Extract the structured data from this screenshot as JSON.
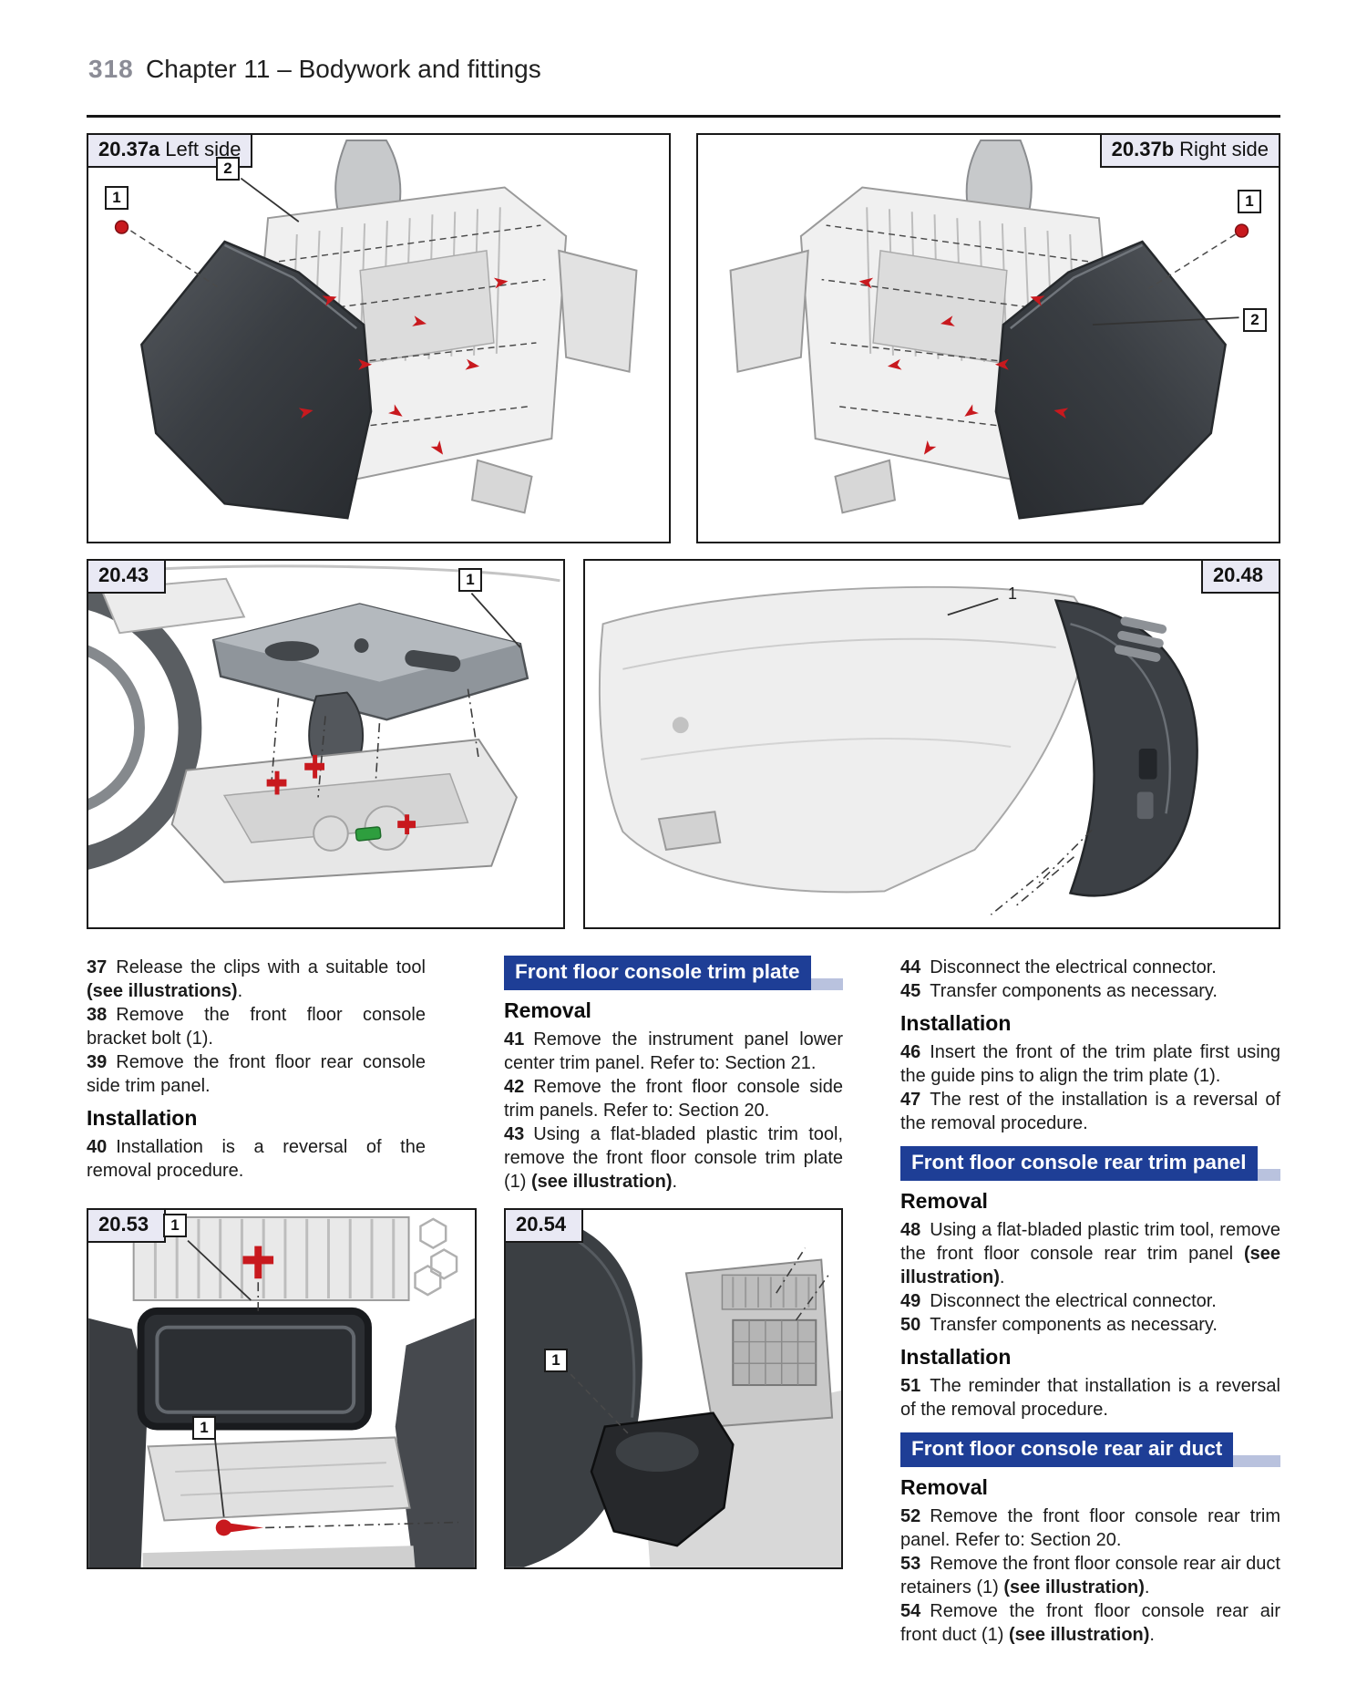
{
  "header": {
    "page_number": "318",
    "chapter_title": "Chapter 11 – Bodywork and fittings"
  },
  "colors": {
    "accent_blue": "#1e3e96",
    "accent_blue_light": "#b9c2de",
    "figure_label_bg": "#e9e9f4",
    "highlight_red": "#c8191e",
    "highlight_green": "#2e9e3e"
  },
  "figures": {
    "f37a": {
      "num": "20.37a",
      "caption": "Left side",
      "callouts": [
        "1",
        "2"
      ]
    },
    "f37b": {
      "num": "20.37b",
      "caption": "Right side",
      "callouts": [
        "1",
        "2"
      ]
    },
    "f43": {
      "num": "20.43",
      "callouts": [
        "1"
      ]
    },
    "f48": {
      "num": "20.48",
      "callouts": [
        "1"
      ]
    },
    "f53": {
      "num": "20.53",
      "callouts": [
        "1",
        "1"
      ]
    },
    "f54": {
      "num": "20.54",
      "callouts": [
        "1"
      ]
    }
  },
  "columns": [
    {
      "blocks": [
        {
          "type": "step",
          "num": "37",
          "segs": [
            [
              "Release the clips with a suitable tool ",
              0
            ],
            [
              "(see illustrations)",
              1
            ],
            [
              ".",
              0
            ]
          ]
        },
        {
          "type": "step",
          "num": "38",
          "segs": [
            [
              "Remove the front floor console bracket bolt (1).",
              0
            ]
          ]
        },
        {
          "type": "step",
          "num": "39",
          "segs": [
            [
              "Remove the front floor rear console side trim panel.",
              0
            ]
          ]
        },
        {
          "type": "subhead",
          "text": "Installation"
        },
        {
          "type": "step",
          "num": "40",
          "segs": [
            [
              "Installation is a reversal of the removal procedure.",
              0
            ]
          ]
        }
      ]
    },
    {
      "blocks": [
        {
          "type": "sechead",
          "text": "Front floor console trim plate"
        },
        {
          "type": "subhead",
          "text": "Removal"
        },
        {
          "type": "step",
          "num": "41",
          "segs": [
            [
              "Remove the instrument panel lower center trim panel. Refer to: Section 21.",
              0
            ]
          ]
        },
        {
          "type": "step",
          "num": "42",
          "segs": [
            [
              "Remove the front floor console side trim panels. Refer to: Section 20.",
              0
            ]
          ]
        },
        {
          "type": "step",
          "num": "43",
          "segs": [
            [
              "Using a flat-bladed plastic trim tool, remove the front floor console trim plate (1) ",
              0
            ],
            [
              "(see illustration)",
              1
            ],
            [
              ".",
              0
            ]
          ]
        }
      ]
    },
    {
      "blocks": [
        {
          "type": "step",
          "num": "44",
          "segs": [
            [
              "Disconnect the electrical connector.",
              0
            ]
          ]
        },
        {
          "type": "step",
          "num": "45",
          "segs": [
            [
              "Transfer components as necessary.",
              0
            ]
          ]
        },
        {
          "type": "subhead",
          "text": "Installation"
        },
        {
          "type": "step",
          "num": "46",
          "segs": [
            [
              "Insert the front of the trim plate first using the guide pins to align the trim plate (1).",
              0
            ]
          ]
        },
        {
          "type": "step",
          "num": "47",
          "segs": [
            [
              "The rest of the installation is a reversal of the removal procedure.",
              0
            ]
          ]
        },
        {
          "type": "sechead",
          "text": "Front floor console rear trim panel"
        },
        {
          "type": "subhead",
          "text": "Removal"
        },
        {
          "type": "step",
          "num": "48",
          "segs": [
            [
              "Using a flat-bladed plastic trim tool, remove the front floor console rear trim panel ",
              0
            ],
            [
              "(see illustration)",
              1
            ],
            [
              ".",
              0
            ]
          ]
        },
        {
          "type": "step",
          "num": "49",
          "segs": [
            [
              "Disconnect the electrical connector.",
              0
            ]
          ]
        },
        {
          "type": "step",
          "num": "50",
          "segs": [
            [
              "Transfer components as necessary.",
              0
            ]
          ]
        },
        {
          "type": "subhead",
          "text": "Installation"
        },
        {
          "type": "step",
          "num": "51",
          "segs": [
            [
              "The reminder that installation is a reversal of the removal procedure.",
              0
            ]
          ]
        },
        {
          "type": "sechead",
          "text": "Front floor console rear air duct"
        },
        {
          "type": "subhead",
          "text": "Removal"
        },
        {
          "type": "step",
          "num": "52",
          "segs": [
            [
              "Remove the front floor console rear trim panel. Refer to: Section 20.",
              0
            ]
          ]
        },
        {
          "type": "step",
          "num": "53",
          "segs": [
            [
              "Remove the front floor console rear air duct retainers (1) ",
              0
            ],
            [
              "(see illustration)",
              1
            ],
            [
              ".",
              0
            ]
          ]
        },
        {
          "type": "step",
          "num": "54",
          "segs": [
            [
              "Remove the front floor console rear air front duct (1) ",
              0
            ],
            [
              "(see illustration)",
              1
            ],
            [
              ".",
              0
            ]
          ]
        }
      ]
    }
  ]
}
